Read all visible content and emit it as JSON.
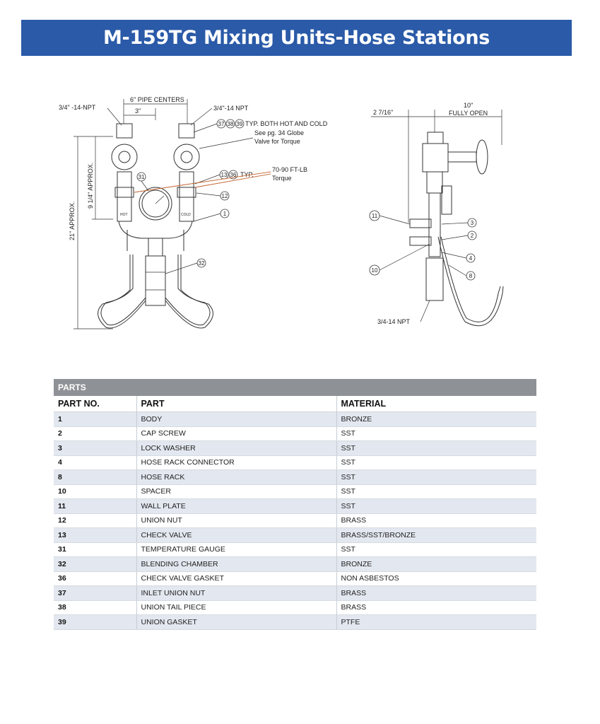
{
  "title": "M-159TG Mixing Units-Hose Stations",
  "front_view": {
    "inlet_left": "3/4\" -14-NPT",
    "inlet_right": "3/4\"-14 NPT",
    "pipe_centers": "6\" PIPE CENTERS",
    "half_centers": "3\"",
    "dim_tall": "21\" APPROX.",
    "dim_mid": "9 1/4\" APPROX.",
    "typ_both": "TYP. BOTH HOT AND COLD",
    "globe_note_1": "See pg. 34 Globe",
    "globe_note_2": "Valve for Torque",
    "typ": "TYP.",
    "torque_1": "70-90 FT-LB",
    "torque_2": "Torque",
    "hot_label": "HOT",
    "cold_label": "COLD",
    "balloons": {
      "b37": "37",
      "b38": "38",
      "b39": "39",
      "b13": "13",
      "b36": "36",
      "b31": "31",
      "b12": "12",
      "b1": "1",
      "b32": "32"
    }
  },
  "side_view": {
    "dim_small": "2 7/16\"",
    "dim_open_1": "10\"",
    "dim_open_2": "FULLY OPEN",
    "npt_label": "3/4-14 NPT",
    "balloons": {
      "b11": "11",
      "b10": "10",
      "b3": "3",
      "b2": "2",
      "b4": "4",
      "b8": "8"
    }
  },
  "parts_table": {
    "title": "PARTS",
    "headers": {
      "part_no": "PART NO.",
      "part": "PART",
      "material": "MATERIAL"
    },
    "rows": [
      {
        "no": "1",
        "part": "BODY",
        "material": "BRONZE"
      },
      {
        "no": "2",
        "part": "CAP SCREW",
        "material": "SST"
      },
      {
        "no": "3",
        "part": "LOCK WASHER",
        "material": "SST"
      },
      {
        "no": "4",
        "part": "HOSE RACK CONNECTOR",
        "material": "SST"
      },
      {
        "no": "8",
        "part": "HOSE RACK",
        "material": "SST"
      },
      {
        "no": "10",
        "part": "SPACER",
        "material": "SST"
      },
      {
        "no": "11",
        "part": "WALL PLATE",
        "material": "SST"
      },
      {
        "no": "12",
        "part": "UNION NUT",
        "material": "BRASS"
      },
      {
        "no": "13",
        "part": "CHECK VALVE",
        "material": "BRASS/SST/BRONZE"
      },
      {
        "no": "31",
        "part": "TEMPERATURE GAUGE",
        "material": "SST"
      },
      {
        "no": "32",
        "part": "BLENDING CHAMBER",
        "material": "BRONZE"
      },
      {
        "no": "36",
        "part": "CHECK VALVE GASKET",
        "material": "NON ASBESTOS"
      },
      {
        "no": "37",
        "part": "INLET UNION NUT",
        "material": "BRASS"
      },
      {
        "no": "38",
        "part": "UNION TAIL PIECE",
        "material": "BRASS"
      },
      {
        "no": "39",
        "part": "UNION GASKET",
        "material": "PTFE"
      }
    ]
  }
}
